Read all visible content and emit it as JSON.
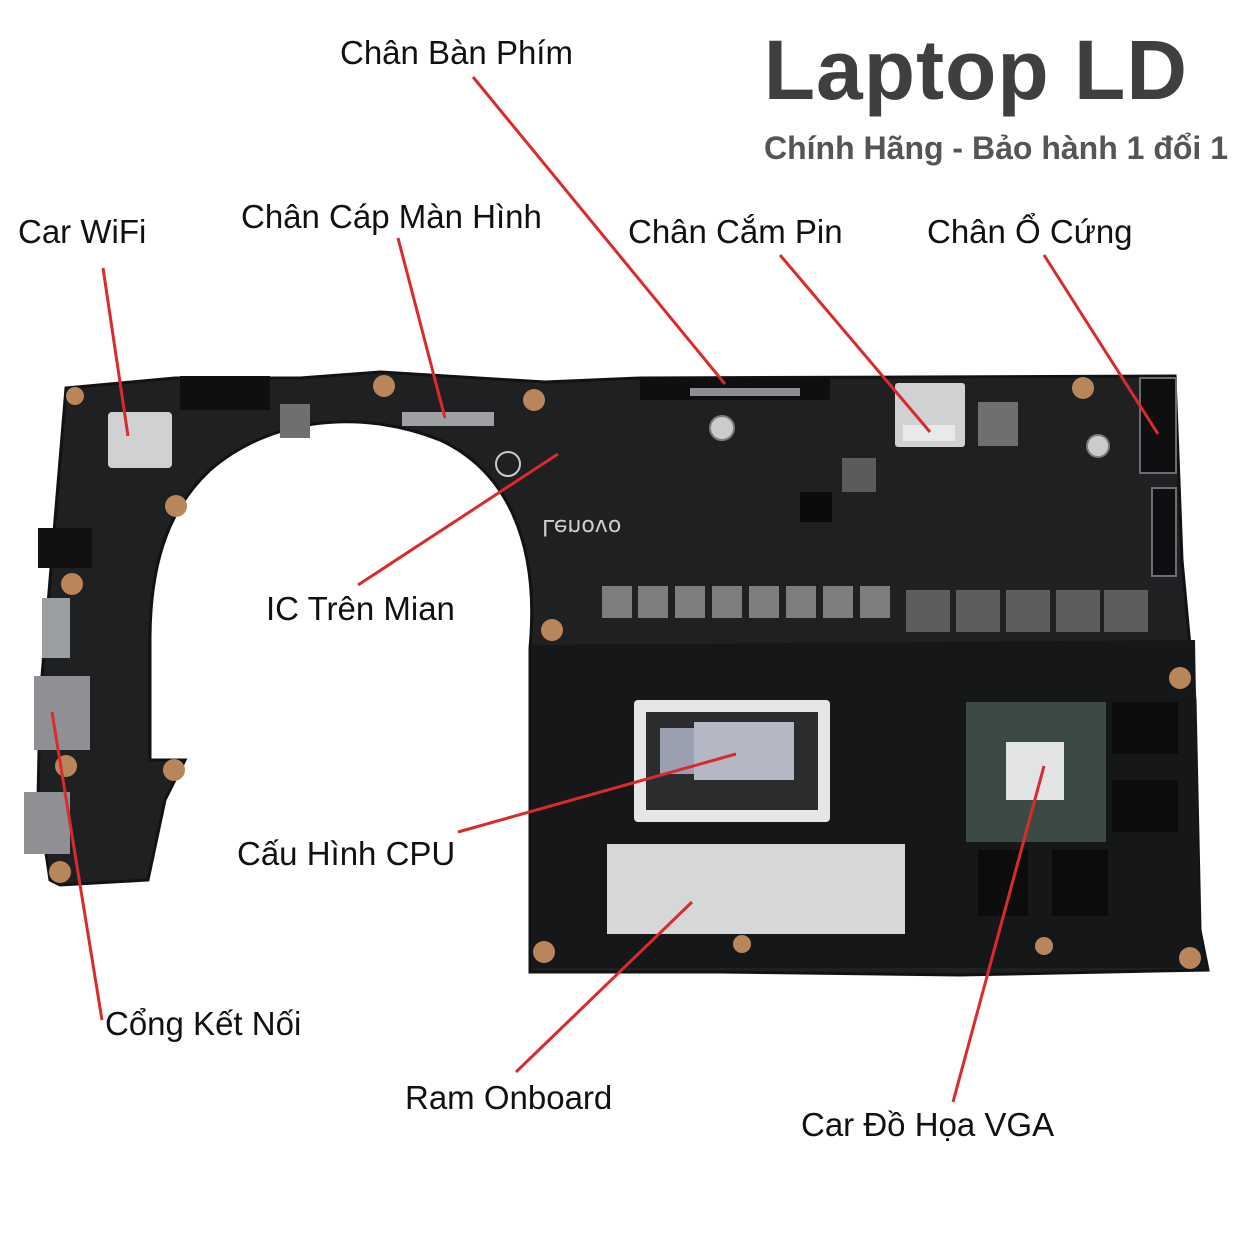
{
  "brand": {
    "name": "Laptop LD",
    "tagline": "Chính Hãng - Bảo hành 1 đổi 1"
  },
  "board": {
    "silkscreen": "Lenovo"
  },
  "colors": {
    "board": "#1f2022",
    "board_edge": "#111213",
    "shield": "#161719",
    "leader": "#d92b2b",
    "metal": "#cfd1d3",
    "copper_pad": "#b8865a"
  },
  "callouts": [
    {
      "id": "ban-phim",
      "label": "Chân Bàn Phím"
    },
    {
      "id": "cap-man-hinh",
      "label": "Chân Cáp Màn Hình"
    },
    {
      "id": "wifi",
      "label": "Car WiFi"
    },
    {
      "id": "cam-pin",
      "label": "Chân Cắm Pin"
    },
    {
      "id": "o-cung",
      "label": "Chân Ổ Cứng"
    },
    {
      "id": "ic-tren",
      "label": "IC Trên Mian"
    },
    {
      "id": "cpu",
      "label": "Cấu Hình CPU"
    },
    {
      "id": "cong-ket-noi",
      "label": "Cổng Kết Nối"
    },
    {
      "id": "ram",
      "label": "Ram Onboard"
    },
    {
      "id": "vga",
      "label": "Car Đồ Họa VGA"
    }
  ]
}
